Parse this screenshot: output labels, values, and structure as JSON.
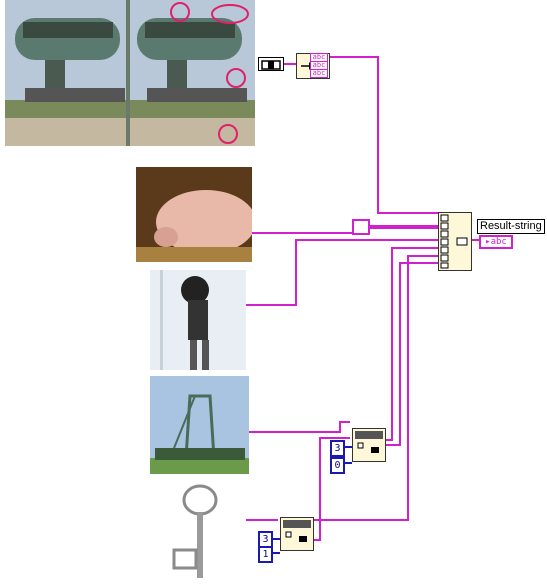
{
  "result_label": "Result-string",
  "indicator_text": "▸abc",
  "abc_array": [
    "abc",
    "abc",
    "abc"
  ],
  "constants": {
    "upper": [
      "3",
      "0"
    ],
    "lower": [
      "3",
      "1"
    ]
  },
  "colors": {
    "string_wire": "#d020d0",
    "numeric_wire": "#1a1ab0",
    "node_fill": "#fff8d8"
  }
}
